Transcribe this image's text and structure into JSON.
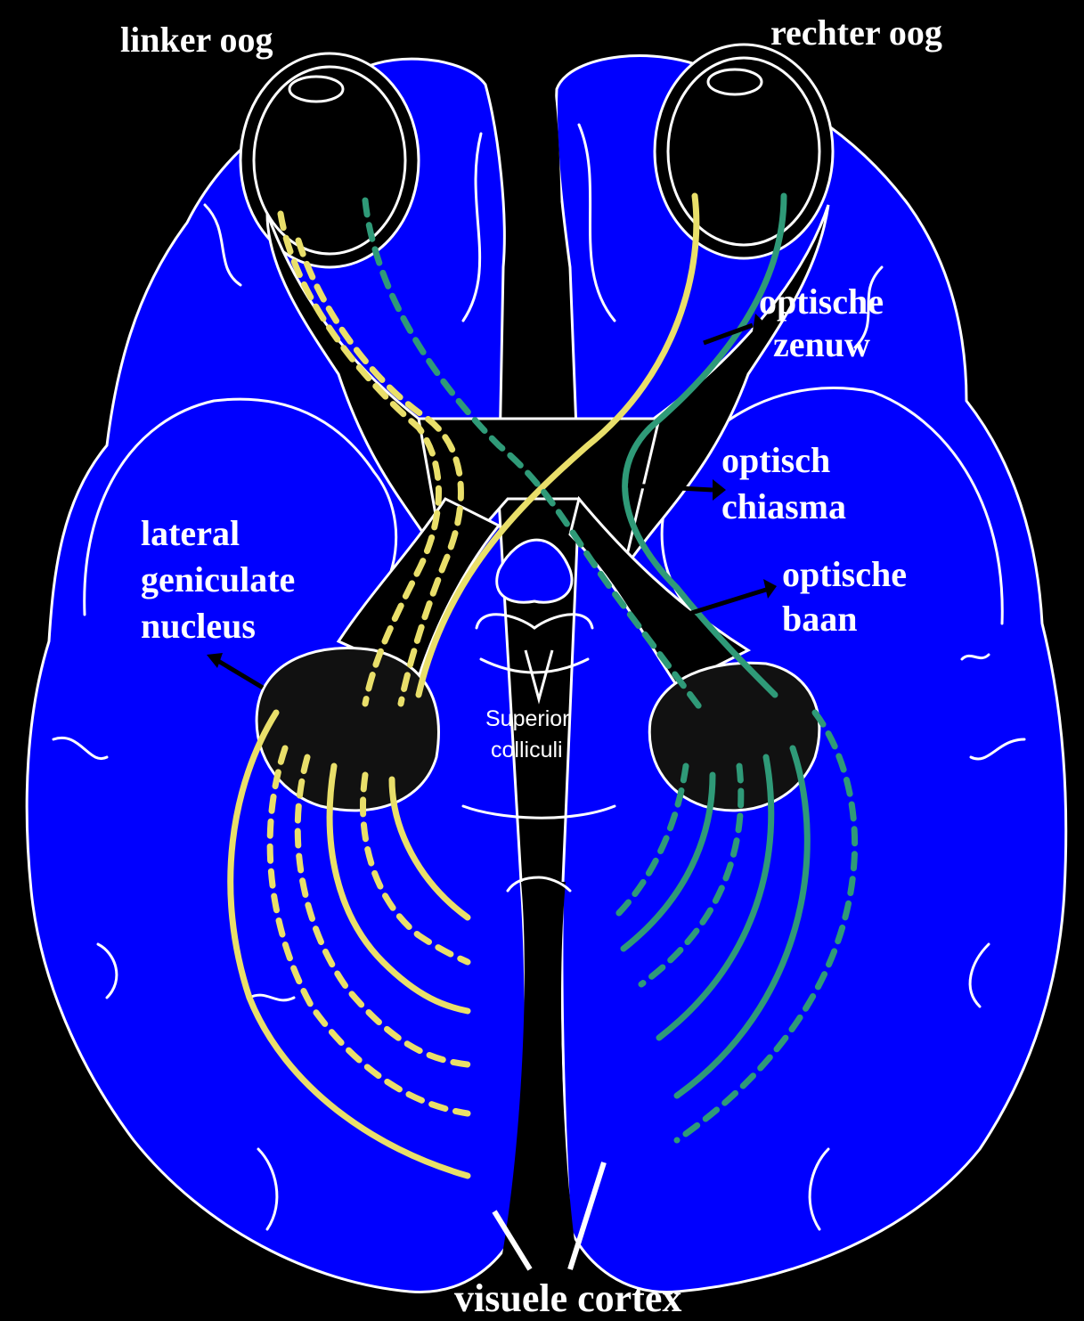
{
  "labels": {
    "left_eye": "linker oog",
    "right_eye": "rechter oog",
    "optic_nerve_1": "optische",
    "optic_nerve_2": "zenuw",
    "chiasm_1": "optisch",
    "chiasm_2": "chiasma",
    "tract_1": "optische",
    "tract_2": "baan",
    "lgn_1": "lateral",
    "lgn_2": "geniculate",
    "lgn_3": "nucleus",
    "sc_1": "Superior",
    "sc_2": "colliculi",
    "cortex": "visuele cortex"
  },
  "colors": {
    "background": "#000000",
    "brain": "#0000ff",
    "left_visual_field_fibers": "#e9df6a",
    "right_visual_field_fibers": "#2f9a78",
    "outline": "#ffffff"
  }
}
